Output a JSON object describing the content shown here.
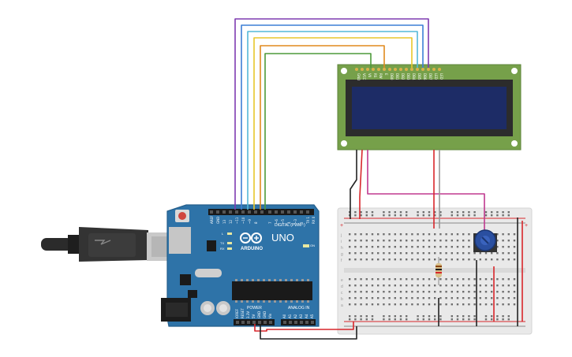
{
  "arduino": {
    "brand": "UNO",
    "logo_text": "ARDUINO",
    "digital_label": "DIGITAL (PWM~)",
    "power_label": "POWER",
    "analog_label": "ANALOG IN",
    "on_label": "ON",
    "l_label": "L",
    "tx_label": "TX",
    "rx_label": "RX",
    "top_pins": [
      "AREF",
      "GND",
      "13",
      "12",
      "~11",
      "~10",
      "~9",
      "8",
      "7",
      "~6",
      "~5",
      "4",
      "~3",
      "2",
      "TX 1",
      "RX 0"
    ],
    "power_pins": [
      "IOREF",
      "RESET",
      "3.3V",
      "5V",
      "GND",
      "GND",
      "Vin"
    ],
    "analog_pins": [
      "A0",
      "A1",
      "A2",
      "A3",
      "A4",
      "A5"
    ]
  },
  "lcd": {
    "pin_labels": [
      "GND",
      "VCC",
      "V0",
      "RS",
      "RW",
      "E",
      "DB0",
      "DB1",
      "DB2",
      "DB3",
      "DB4",
      "DB5",
      "DB6",
      "DB7",
      "LED",
      "LED"
    ]
  },
  "breadboard": {
    "row_letters_top": [
      "j",
      "i",
      "h",
      "g",
      "f"
    ],
    "row_letters_bottom": [
      "e",
      "d",
      "c",
      "b",
      "a"
    ],
    "plus": "+",
    "minus": "-"
  },
  "colors": {
    "arduino_board": "#2e73a8",
    "lcd_pcb": "#76a04a",
    "lcd_screen": "#1d2c66",
    "wire_purple": "#7e3bb0",
    "wire_blue": "#3d7fd6",
    "wire_cyan": "#54b8d8",
    "wire_yellow": "#e8c72b",
    "wire_orange": "#e08a1e",
    "wire_green": "#4d9a3a",
    "wire_red": "#d8262b",
    "wire_black": "#222222",
    "wire_magenta": "#c0398f",
    "potentiometer": "#2a4fa0"
  }
}
